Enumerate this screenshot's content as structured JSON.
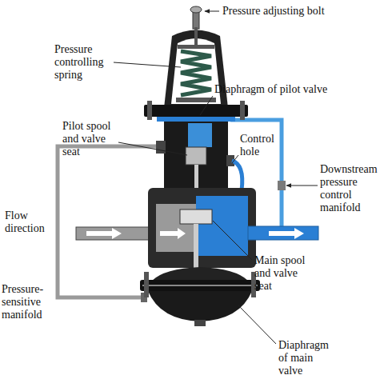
{
  "diagram": {
    "labels": [
      "Pressure adjusting bolt",
      "Pressure controlling spring",
      "Diaphragm of pilot valve",
      "Pilot spool and valve seat",
      "Control hole",
      "Downstream pressure control manifold",
      "Flow direction",
      "Main spool and valve seat",
      "Pressure-sensitive manifold",
      "Diaphragm of main valve"
    ]
  }
}
